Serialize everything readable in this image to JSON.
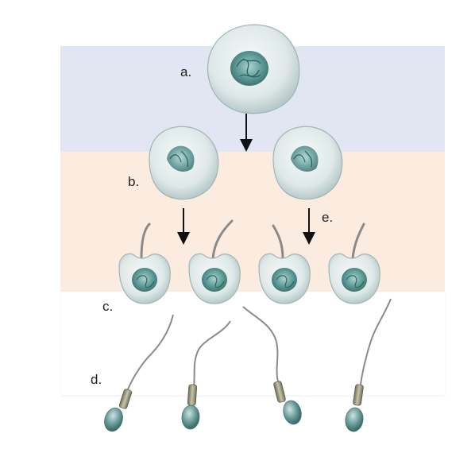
{
  "labels": {
    "a": "a.",
    "b": "b.",
    "c": "c.",
    "d": "d.",
    "e": "e."
  },
  "colors": {
    "band_top": "#e1e6f2",
    "band_middle": "#fcebdf",
    "band_bottom": "#ffffff",
    "cell_fill": "#e9efef",
    "cell_stroke": "#9fb5b5",
    "nucleus": "#4f8f8f",
    "sperm_head": "#6a9b9b",
    "tail": "#888888",
    "arrow": "#111111"
  }
}
